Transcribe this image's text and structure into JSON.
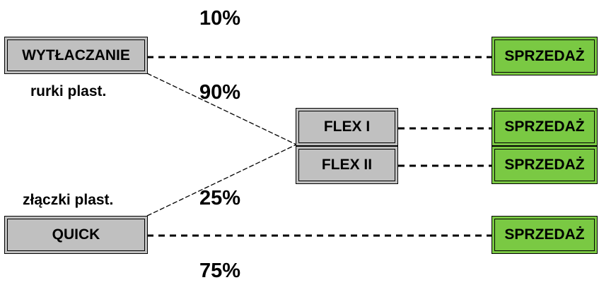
{
  "nodes": {
    "wytlaczanie": "WYTŁACZANIE",
    "quick": "QUICK",
    "flex1": "FLEX I",
    "flex2": "FLEX II",
    "sales1": "SPRZEDAŻ",
    "sales2": "SPRZEDAŻ",
    "sales3": "SPRZEDAŻ",
    "sales4": "SPRZEDAŻ"
  },
  "labels": {
    "wytlaczanie_sub": "rurki plast.",
    "quick_sub": "złączki plast."
  },
  "percents": {
    "wytlaczanie_to_sales": "10%",
    "wytlaczanie_to_flex": "90%",
    "quick_to_flex": "25%",
    "quick_to_sales": "75%"
  },
  "colors": {
    "process_box": "#c0c0c0",
    "sales_box": "#7ac943",
    "line": "#000000"
  }
}
